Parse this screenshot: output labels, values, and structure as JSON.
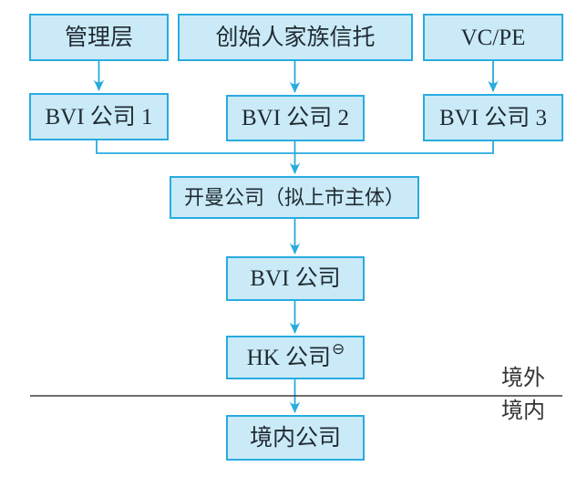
{
  "diagram": {
    "nodes": {
      "management": {
        "label": "管理层"
      },
      "founder_trust": {
        "label": "创始人家族信托"
      },
      "vc_pe": {
        "label": "VC/PE"
      },
      "bvi1": {
        "label": "BVI 公司 1"
      },
      "bvi2": {
        "label": "BVI 公司 2"
      },
      "bvi3": {
        "label": "BVI 公司 3"
      },
      "cayman": {
        "label": "开曼公司（拟上市主体）"
      },
      "bvi_mid": {
        "label": "BVI 公司"
      },
      "hk": {
        "label": "HK 公司",
        "footnote_mark": "⊖"
      },
      "domestic": {
        "label": "境内公司"
      }
    },
    "edges": [
      {
        "from": "管理层",
        "to": "BVI 公司 1"
      },
      {
        "from": "创始人家族信托",
        "to": "BVI 公司 2"
      },
      {
        "from": "VC/PE",
        "to": "BVI 公司 3"
      },
      {
        "from": "BVI 公司 1",
        "to": "开曼公司（拟上市主体）"
      },
      {
        "from": "BVI 公司 2",
        "to": "开曼公司（拟上市主体）"
      },
      {
        "from": "BVI 公司 3",
        "to": "开曼公司（拟上市主体）"
      },
      {
        "from": "开曼公司（拟上市主体）",
        "to": "BVI 公司"
      },
      {
        "from": "BVI 公司",
        "to": "HK 公司"
      },
      {
        "from": "HK 公司",
        "to": "境内公司"
      }
    ],
    "boundary": {
      "above_label": "境外",
      "below_label": "境内"
    }
  },
  "colors": {
    "accent": "#29abe0",
    "box_fill": "#cbeaf7",
    "box_text": "#1f2b33",
    "divider": "#3d3d3d",
    "label_text": "#333333",
    "background": "#ffffff"
  }
}
